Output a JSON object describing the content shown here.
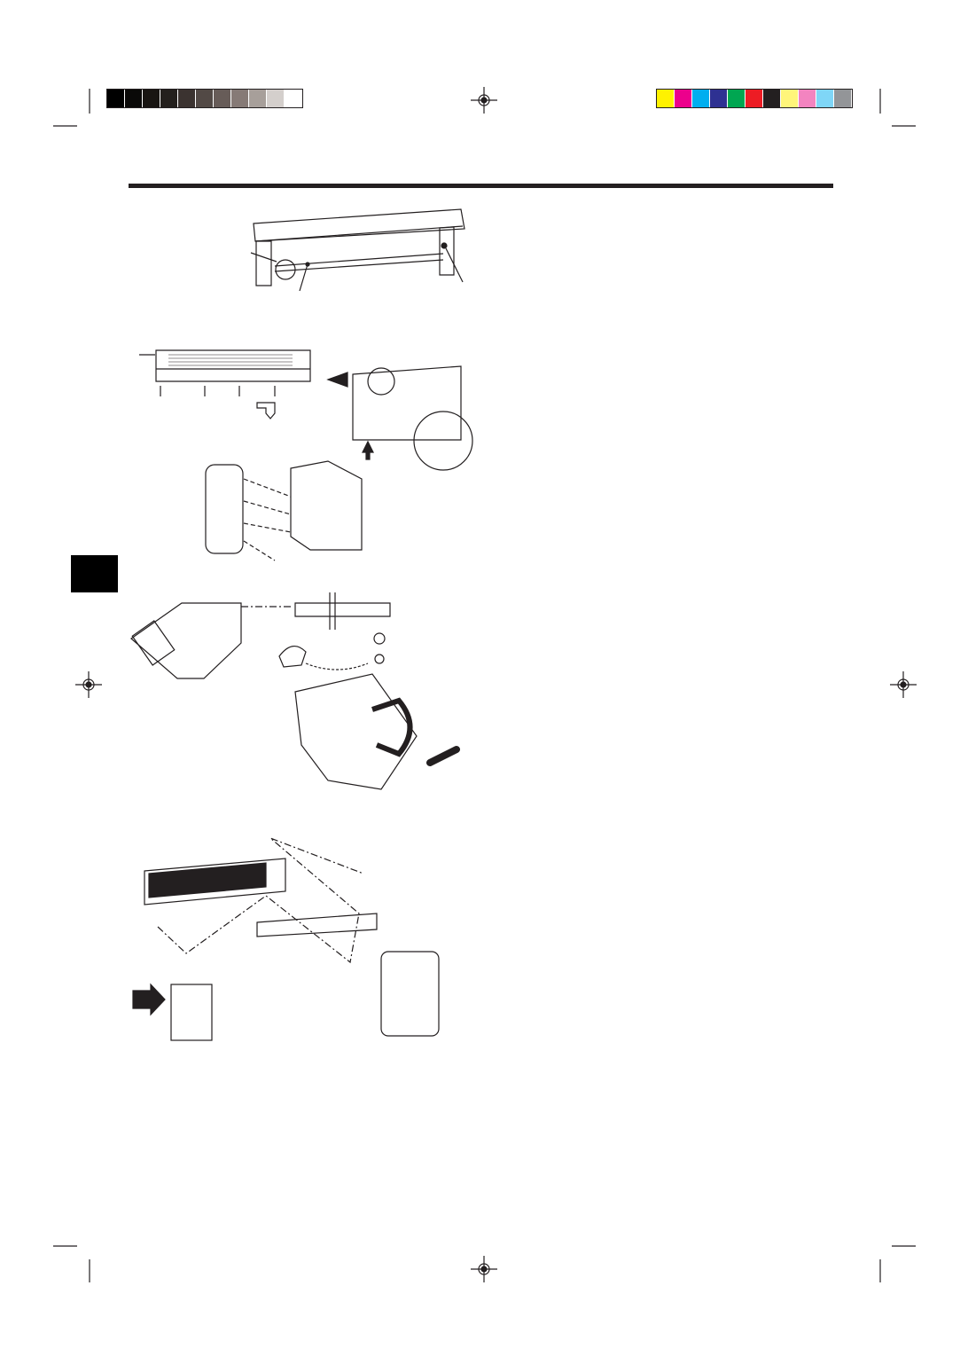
{
  "print_marks": {
    "grayscale_bar": [
      "#000000",
      "#0a0908",
      "#181512",
      "#24201d",
      "#3b3330",
      "#524945",
      "#675c58",
      "#867a76",
      "#a79f9a",
      "#d4cfcc",
      "#ffffff"
    ],
    "color_bar": [
      "#fff200",
      "#ec008c",
      "#00aeef",
      "#2e3192",
      "#00a651",
      "#ed1c24",
      "#231f20",
      "#fff57a",
      "#f384c0",
      "#7fd6f7",
      "#939598"
    ]
  },
  "colors": {
    "ink": "#231f20",
    "section_tab": "#000000"
  },
  "figures": [
    "mounting-plate-with-pipe",
    "indoor-unit-side-panel-removal",
    "side-panel-exploded",
    "drain-hose-and-cap",
    "drain-pan-insulation",
    "unit-hooked-on-mounting-plate"
  ]
}
